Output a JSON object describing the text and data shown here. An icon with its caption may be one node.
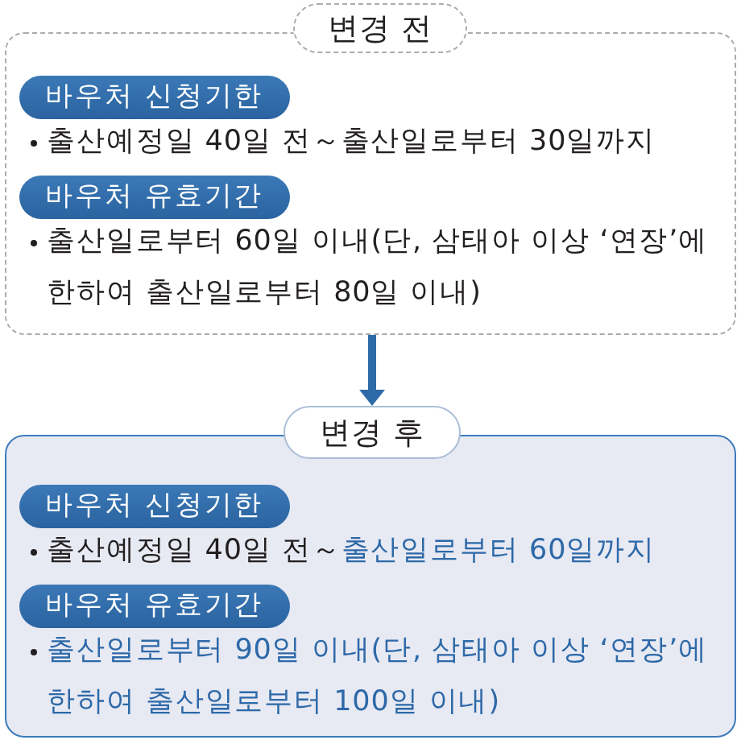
{
  "diagram": {
    "nodes": [
      {
        "text": [
          "변경 전"
        ]
      },
      {
        "text": [
          "출산예정일 40일 전～출산일로부터 30일까지",
          "출산일로부터 60일 이내(단, 삼태아 이상 ‘연장’에 한하여 출산일로부터 80일 이내)"
        ]
      },
      {
        "text": [
          "바우처 신청기한"
        ],
        "in": 1
      },
      {
        "text": [
          "바우처 유효기간"
        ],
        "in": 1
      },
      {
        "text": [
          "변경 후"
        ]
      },
      {
        "text": [
          "출산예정일 40일 전～**출산일로부터 60일까지**",
          "출산일로부터 90일 이내(단, 삼태아 이상 ‘연장’에 한하여 출산일로부터 100일 이내)"
        ]
      },
      {
        "text": [
          "바우처 신청기한"
        ],
        "in": 5
      },
      {
        "text": [
          "바우처 유효기간"
        ],
        "in": 5
      }
    ],
    "edges": [
      {
        "from": 1,
        "to": 4,
        "arrow": "to"
      }
    ]
  }
}
